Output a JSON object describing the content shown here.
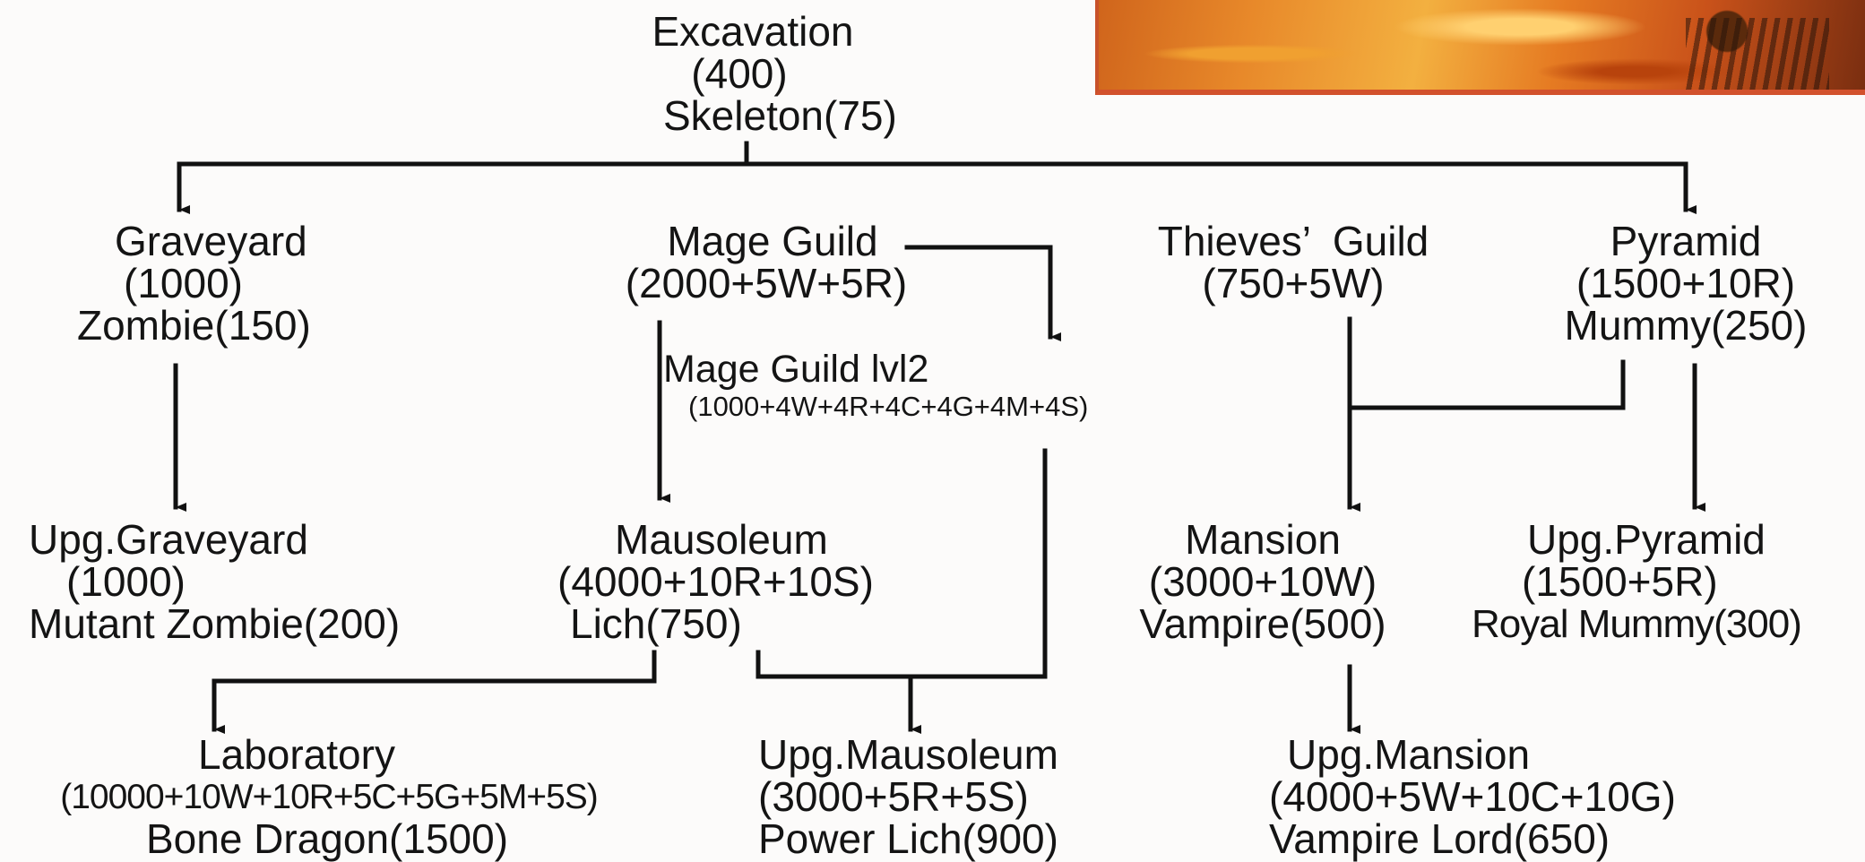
{
  "nodes": {
    "excavation": {
      "lines": [
        "Excavation",
        "(400)",
        "Skeleton(75)"
      ]
    },
    "graveyard": {
      "lines": [
        "Graveyard",
        "(1000)",
        "Zombie(150)"
      ]
    },
    "mage_guild": {
      "lines": [
        "Mage Guild",
        "(2000+5W+5R)"
      ]
    },
    "thieves_guild": {
      "lines": [
        "Thieves’  Guild",
        "(750+5W)"
      ]
    },
    "pyramid": {
      "lines": [
        "Pyramid",
        "(1500+10R)",
        "Mummy(250)"
      ]
    },
    "mage_guild_lvl2": {
      "lines": [
        "Mage Guild lvl2",
        "(1000+4W+4R+4C+4G+4M+4S)"
      ]
    },
    "upg_graveyard": {
      "lines": [
        "Upg.Graveyard",
        "(1000)",
        "Mutant Zombie(200)"
      ]
    },
    "mausoleum": {
      "lines": [
        "Mausoleum",
        "(4000+10R+10S)",
        "Lich(750)"
      ]
    },
    "mansion": {
      "lines": [
        "Mansion",
        "(3000+10W)",
        "Vampire(500)"
      ]
    },
    "upg_pyramid": {
      "lines": [
        "Upg.Pyramid",
        "(1500+5R)",
        "Royal Mummy(300)"
      ]
    },
    "laboratory": {
      "lines": [
        "Laboratory",
        "(10000+10W+10R+5C+5G+5M+5S)",
        "Bone Dragon(1500)"
      ]
    },
    "upg_mausoleum": {
      "lines": [
        "Upg.Mausoleum",
        "(3000+5R+5S)",
        "Power Lich(900)"
      ]
    },
    "upg_mansion": {
      "lines": [
        "Upg.Mansion",
        "(4000+5W+10C+10G)",
        "Vampire Lord(650)"
      ]
    }
  },
  "links": [
    {
      "from": "excavation",
      "to": "graveyard"
    },
    {
      "from": "excavation",
      "to": "pyramid"
    },
    {
      "from": "graveyard",
      "to": "upg_graveyard"
    },
    {
      "from": "mage_guild",
      "to": "mage_guild_lvl2"
    },
    {
      "from": "mage_guild",
      "to": "mausoleum"
    },
    {
      "from": "thieves_guild",
      "to": "mansion"
    },
    {
      "from": "pyramid",
      "to": "mansion"
    },
    {
      "from": "pyramid",
      "to": "upg_pyramid"
    },
    {
      "from": "mausoleum",
      "to": "laboratory"
    },
    {
      "from": "mausoleum",
      "to": "upg_mausoleum"
    },
    {
      "from": "mage_guild_lvl2",
      "to": "upg_mausoleum"
    },
    {
      "from": "mansion",
      "to": "upg_mansion"
    }
  ],
  "colors": {
    "ink": "#111111",
    "photo_border": "#d2512c"
  }
}
